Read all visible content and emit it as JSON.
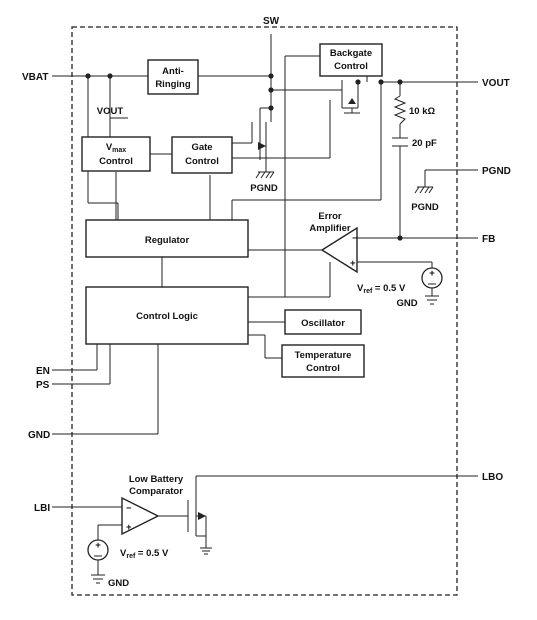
{
  "pins": {
    "vbat": "VBAT",
    "sw": "SW",
    "vout": "VOUT",
    "pgnd": "PGND",
    "fb": "FB",
    "en": "EN",
    "ps": "PS",
    "gnd": "GND",
    "lbi": "LBI",
    "lbo": "LBO"
  },
  "blocks": {
    "anti_ringing": [
      "Anti-",
      "Ringing"
    ],
    "backgate": [
      "Backgate",
      "Control"
    ],
    "vmax": {
      "main": "V",
      "sub": "max",
      "line2": "Control"
    },
    "gate_control": [
      "Gate",
      "Control"
    ],
    "regulator": "Regulator",
    "control_logic": "Control Logic",
    "oscillator": "Oscillator",
    "temperature": [
      "Temperature",
      "Control"
    ]
  },
  "labels": {
    "vout_small": "VOUT",
    "pgnd_gate": "PGND",
    "pgnd_inner": "PGND",
    "resistor": "10 kΩ",
    "capacitor": "20 pF",
    "error_amp": [
      "Error",
      "Amplifier"
    ],
    "vref_main": {
      "v": "V",
      "sub": "ref",
      "rest": " = 0.5 V"
    },
    "gnd_vref": "GND",
    "low_batt": [
      "Low Battery",
      "Comparator"
    ],
    "vref_lb": {
      "v": "V",
      "sub": "ref",
      "rest": " = 0.5 V"
    },
    "gnd_lb": "GND",
    "plus": "+",
    "minus": "−"
  }
}
